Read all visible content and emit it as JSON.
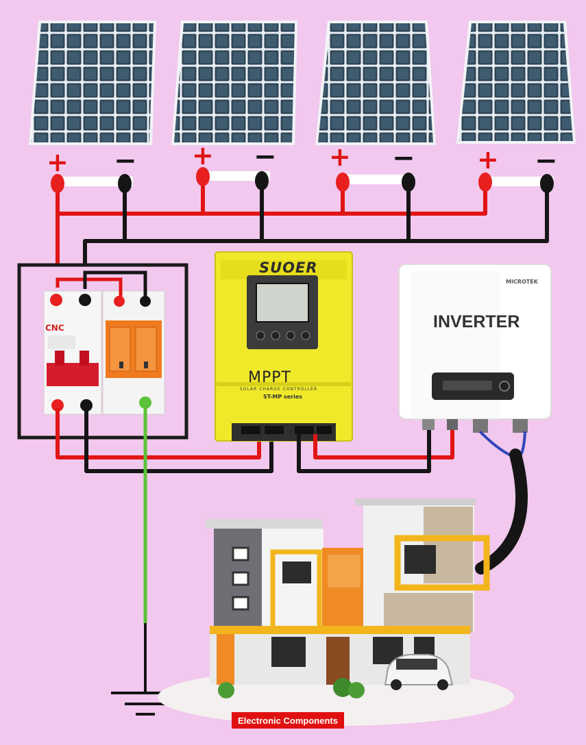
{
  "diagram": {
    "panels": [
      {
        "id": "panel-1",
        "positive": "+",
        "negative": "−"
      },
      {
        "id": "panel-2",
        "positive": "+",
        "negative": "−"
      },
      {
        "id": "panel-3",
        "positive": "+",
        "negative": "−"
      },
      {
        "id": "panel-4",
        "positive": "+",
        "negative": "−"
      }
    ],
    "breaker_box": {
      "breaker_brand": "CNC"
    },
    "charge_controller": {
      "brand": "SUOER",
      "title": "MPPT",
      "subtitle": "SOLAR CHARGE CONTROLLER",
      "series": "ST-MP series"
    },
    "inverter": {
      "title": "INVERTER",
      "brand": "MICROTEK"
    },
    "footer": {
      "label": "Electronic Components"
    },
    "colors": {
      "background": "#f2c8ee",
      "positive_wire": "#e01515",
      "negative_wire": "#151515",
      "ground_wire": "#5cc23a",
      "controller_body": "#f0e92a",
      "inverter_body": "#ffffff",
      "spd_orange": "#f07a1e"
    }
  }
}
